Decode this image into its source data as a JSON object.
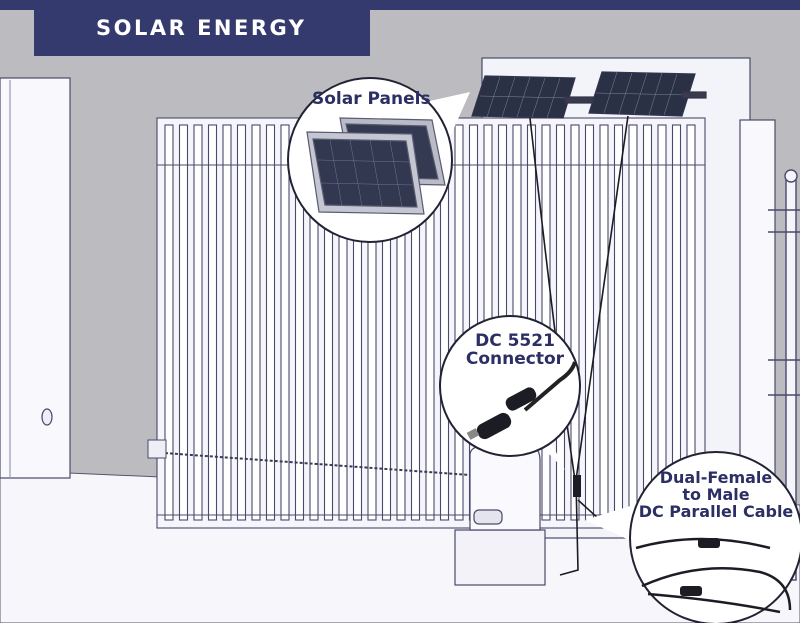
{
  "banner": {
    "title": "SOLAR ENERGY"
  },
  "callouts": {
    "solar_panels": "Solar Panels",
    "dc_connector_line1": "DC 5521",
    "dc_connector_line2": "Connector",
    "cable_line1": "Dual-Female",
    "cable_line2": "to Male",
    "cable_line3": "DC Parallel Cable"
  },
  "colors": {
    "banner": "#353a6e",
    "label_text": "#2c2f63",
    "background": "#b9b9bd",
    "gate": "#f4f4fb",
    "outline": "#4a4a6a"
  },
  "icons": [
    "solar-panel-icon",
    "dc-connector-icon",
    "parallel-cable-icon",
    "gate-opener-icon"
  ]
}
